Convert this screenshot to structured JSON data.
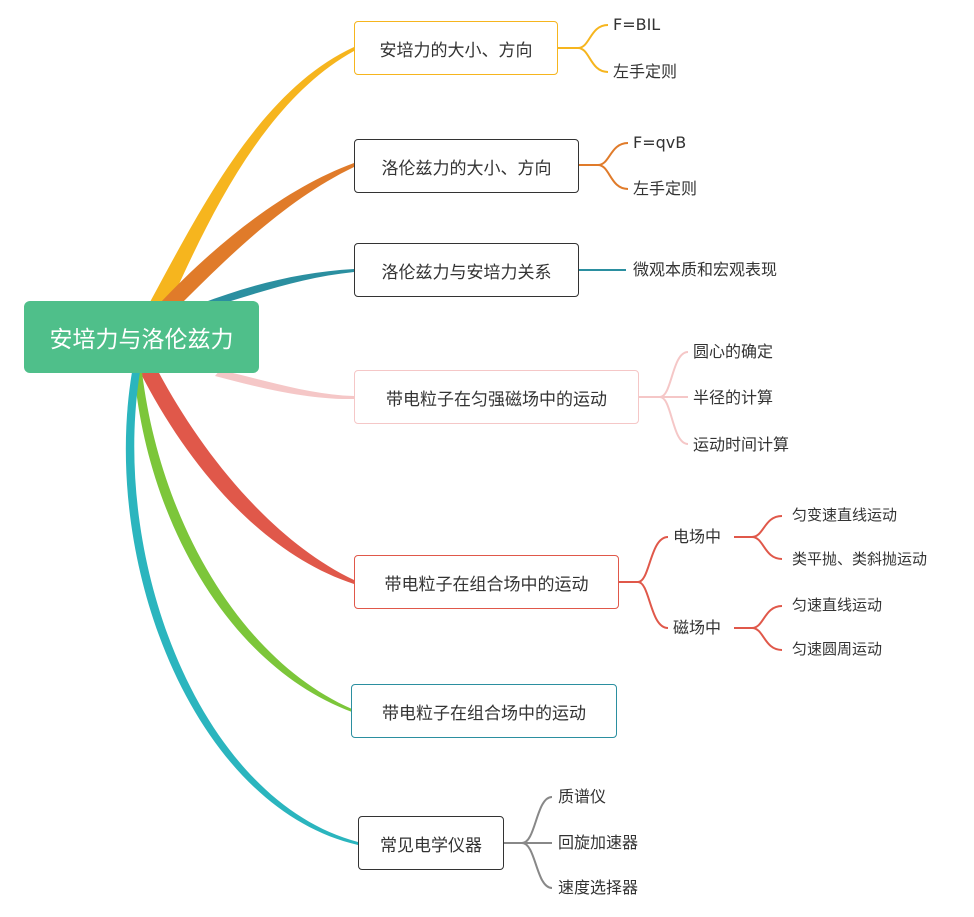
{
  "root": {
    "label": "安培力与洛伦兹力"
  },
  "colors": {
    "root_bg": "#4fbf8a",
    "b1": "#f6b51e",
    "b2": "#e07b2a",
    "b3": "#2b8fa0",
    "b4": "#f5c7c7",
    "b5": "#e0584a",
    "b6": "#7cc63a",
    "b7": "#2bb5be",
    "b8": "#888888"
  },
  "branches": [
    {
      "label": "安培力的大小、方向",
      "children": [
        "F=BIL",
        "左手定则"
      ]
    },
    {
      "label": "洛伦兹力的大小、方向",
      "children": [
        "F=qvB",
        "左手定则"
      ]
    },
    {
      "label": "洛伦兹力与安培力关系",
      "children": [
        "微观本质和宏观表现"
      ]
    },
    {
      "label": "带电粒子在匀强磁场中的运动",
      "children": [
        "圆心的确定",
        "半径的计算",
        "运动时间计算"
      ]
    },
    {
      "label": "带电粒子在组合场中的运动",
      "sub": [
        {
          "label": "电场中",
          "children": [
            "匀变速直线运动",
            "类平抛、类斜抛运动"
          ]
        },
        {
          "label": "磁场中",
          "children": [
            "匀速直线运动",
            "匀速圆周运动"
          ]
        }
      ]
    },
    {
      "label": "带电粒子在组合场中的运动",
      "children": []
    },
    {
      "label": "常见电学仪器",
      "children": [
        "质谱仪",
        "回旋加速器",
        "速度选择器"
      ]
    }
  ]
}
